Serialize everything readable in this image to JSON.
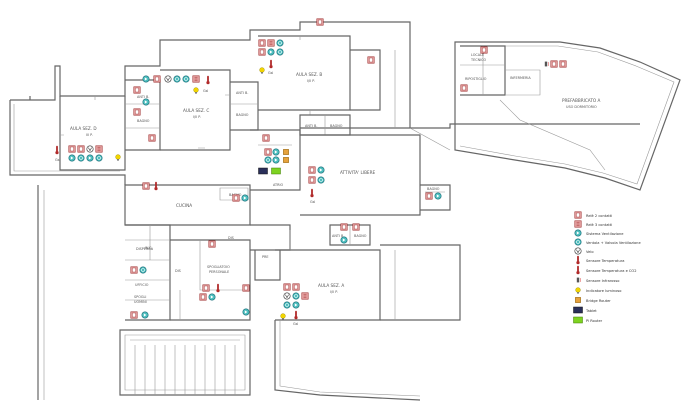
{
  "rooms": {
    "aula_sez_d": [
      "AULA SEZ. D",
      "III P."
    ],
    "aula_sez_c": [
      "AULA SEZ. C",
      "I/II P."
    ],
    "aula_sez_b": [
      "AULA SEZ. B",
      "I/II P."
    ],
    "aula_sez_a": [
      "AULA SEZ. A",
      "I/II P."
    ],
    "attivita_libere": "ATTIVITA' LIBERE",
    "prefabbricato": [
      "PREFABBRICATO A",
      "USO DORMITORIO"
    ],
    "locale_tecnico": [
      "LOCALE",
      "TECNICO"
    ],
    "ripostiglio": "RIPOSTIGLIO",
    "infermeria": "INFERMERIA",
    "cucina": "CUCINA",
    "dispensa": "DISPENSA",
    "spogliatoio": [
      "SPOGLIATOIO",
      "PERSONALE"
    ],
    "ufficio": "UFFICIO",
    "spogli": [
      "SPOGLI",
      "UOMINI"
    ],
    "atrio": "ATRIO",
    "antibagno": "ANTI B.",
    "bagno": "BAGNO",
    "pre": "PRE",
    "dis": "DIS",
    "wc": "W.C."
  },
  "legend": [
    {
      "icon": "rele-2-contatti-icon",
      "label": "Relè 2 contatti"
    },
    {
      "icon": "rele-3-contatti-icon",
      "label": "Relè 3 contatti"
    },
    {
      "icon": "sistema-ventilazione-icon",
      "label": "Sistema Ventilazione"
    },
    {
      "icon": "ventilazione-con-scarico-icon",
      "label": "Ventola + Valvola Ventilazione"
    },
    {
      "icon": "velo-icon",
      "label": "Velo"
    },
    {
      "icon": "sensore-temperatura-icon",
      "label": "Sensore Temperatura"
    },
    {
      "icon": "sensore-temperatura-gas-icon",
      "label": "Sensore Temperatura e CO2"
    },
    {
      "icon": "sensore-infrarosso-icon",
      "label": "Sensore Infrarosso"
    },
    {
      "icon": "indicatore-luminoso-icon",
      "label": "Indicatore luminoso"
    },
    {
      "icon": "bridge-router-icon",
      "label": "Bridge Router"
    },
    {
      "icon": "tablet-icon",
      "label": "Tablet"
    },
    {
      "icon": "pi-router-icon",
      "label": "Pi Router"
    }
  ],
  "sensor_text": "Gsl",
  "colors": {
    "wall": "#666666",
    "relay_fill": "#e8a7a7",
    "relay_stroke": "#9c2b2b",
    "vent_fill": "#4bbdbd",
    "vent_stroke": "#1f6f7a",
    "sensor_fill": "#b12a2a",
    "bulb_fill": "#f2d500",
    "tablet_fill": "#2a2f5a",
    "router_fill": "#7ed321"
  }
}
